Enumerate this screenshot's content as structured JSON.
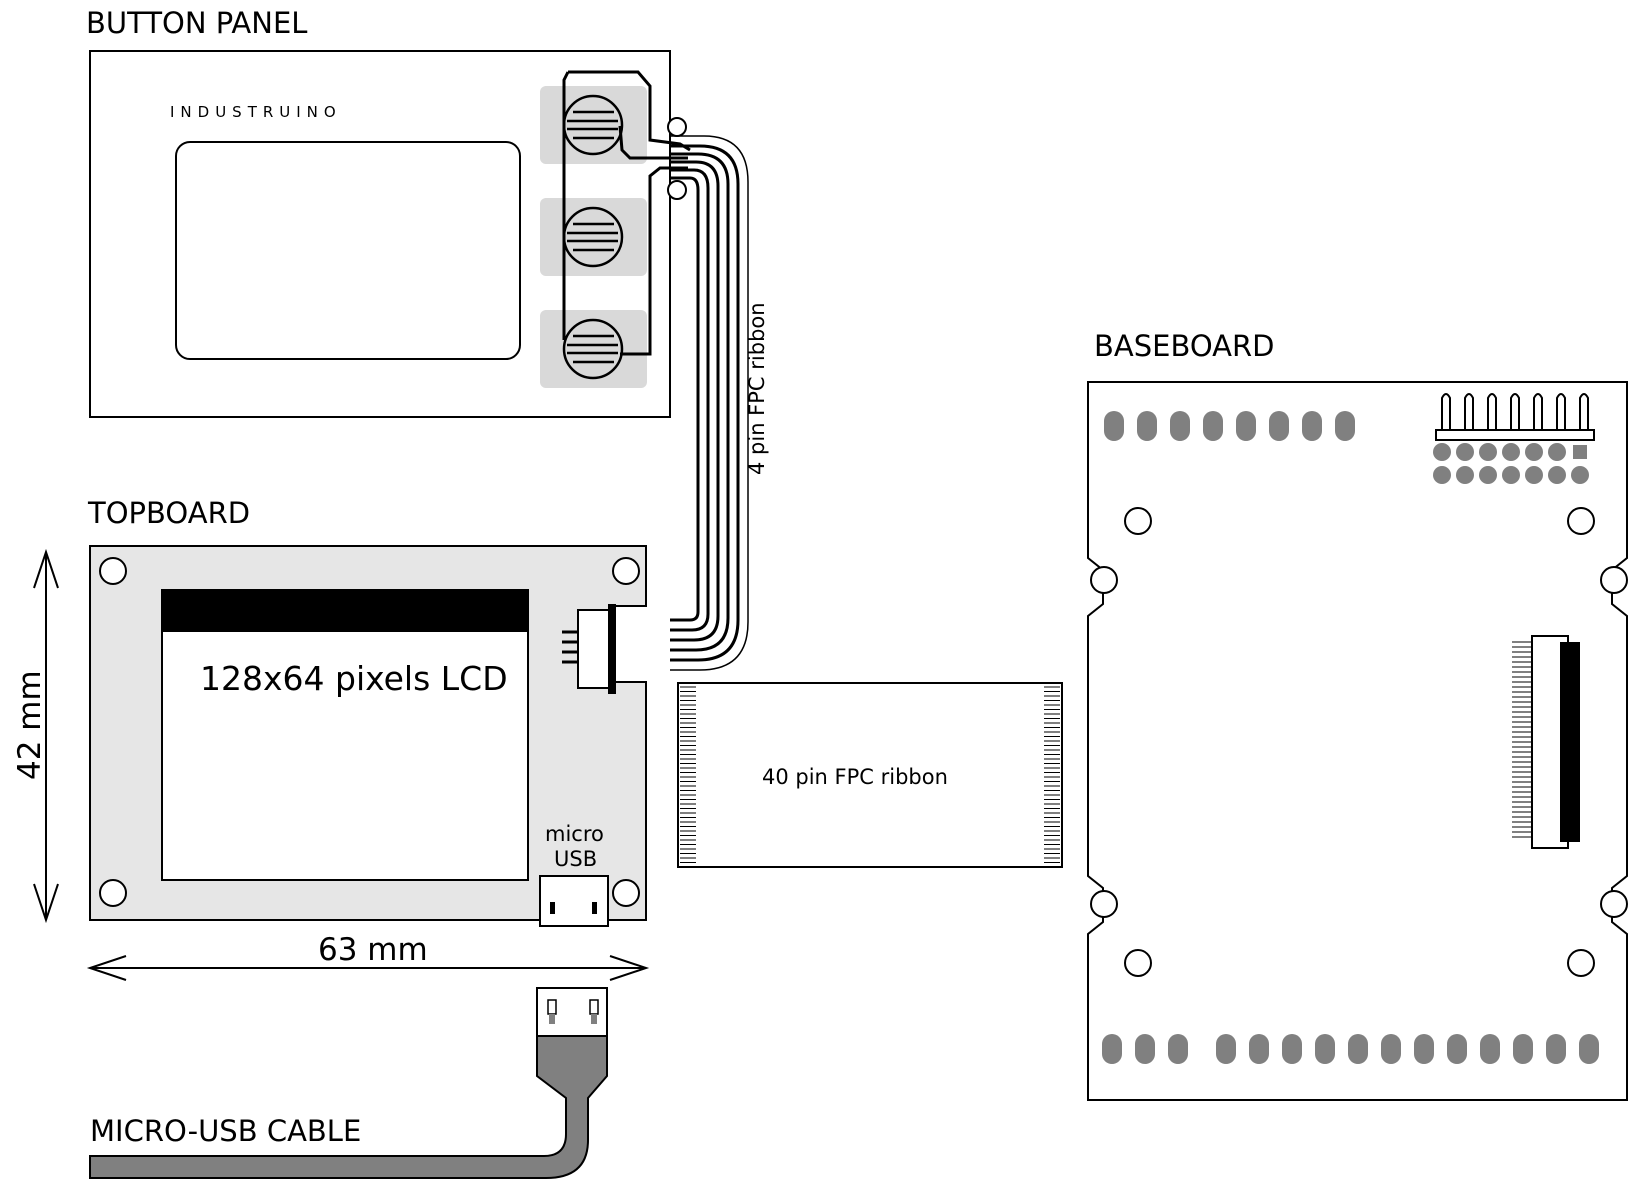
{
  "labels": {
    "button_panel": "BUTTON PANEL",
    "topboard": "TOPBOARD",
    "baseboard": "BASEBOARD",
    "micro_usb_cable": "MICRO-USB CABLE",
    "logo_text": "INDUSTRUINO",
    "lcd": "128x64 pixels LCD",
    "micro_usb_line1": "micro",
    "micro_usb_line2": "USB",
    "ribbon_4pin": "4 pin FPC ribbon",
    "ribbon_40pin": "40 pin FPC ribbon",
    "width_dimension": "63 mm",
    "height_dimension": "42 mm"
  },
  "colors": {
    "board_fill": "#e6e6e6",
    "pad_fill": "#808080",
    "button_pad_fill": "#d9d9d9",
    "cable_fill": "#808080",
    "line": "#000000"
  }
}
